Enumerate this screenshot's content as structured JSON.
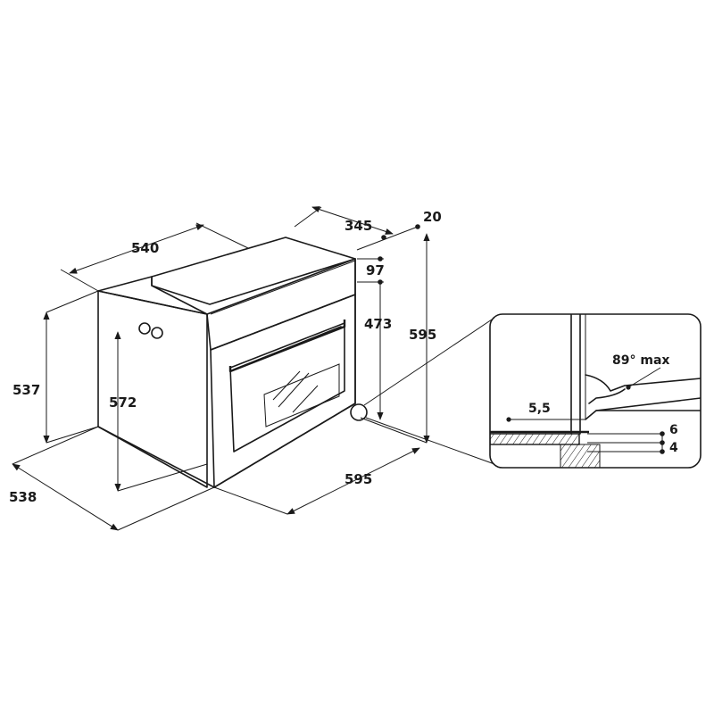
{
  "dimensions": {
    "niche_depth": "540",
    "top_clearance": "345",
    "panel_offset": "20",
    "control_panel_height": "97",
    "cavity_height": "473",
    "total_height": "595",
    "niche_height": "537",
    "side_height": "572",
    "niche_width": "538",
    "oven_width": "595"
  },
  "detail": {
    "angle_label": "89° max",
    "gap_label": "5,5",
    "offset_upper": "6",
    "offset_lower": "4"
  }
}
